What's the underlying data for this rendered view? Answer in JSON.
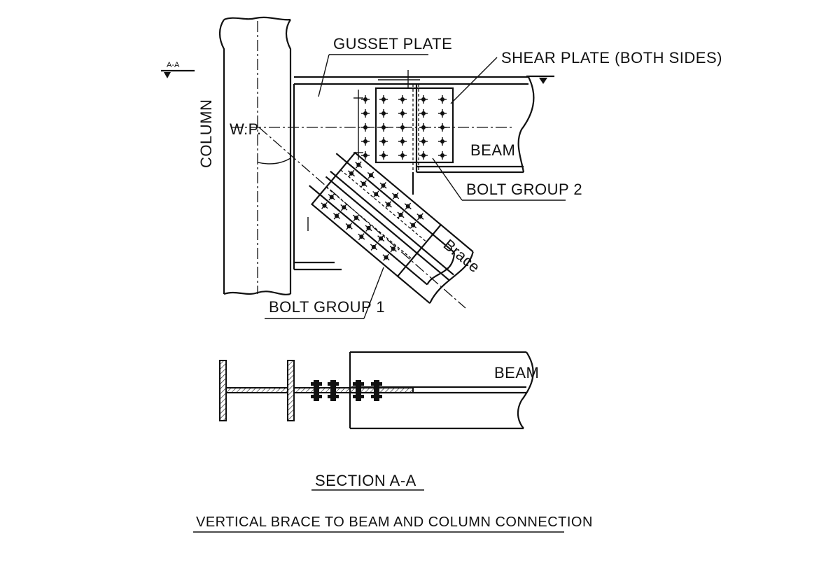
{
  "labels": {
    "section_mark": "A-A",
    "column": "COLUMN",
    "gusset_plate": "GUSSET PLATE",
    "shear_plate": "SHEAR PLATE (BOTH SIDES)",
    "work_point": "W.P.",
    "beam_elevation": "BEAM",
    "bolt_group_2": "BOLT GROUP 2",
    "brace": "Brace",
    "bolt_group_1": "BOLT GROUP 1",
    "beam_section": "BEAM",
    "section_title": "SECTION A-A",
    "drawing_title": "VERTICAL BRACE TO BEAM AND COLUMN CONNECTION"
  }
}
